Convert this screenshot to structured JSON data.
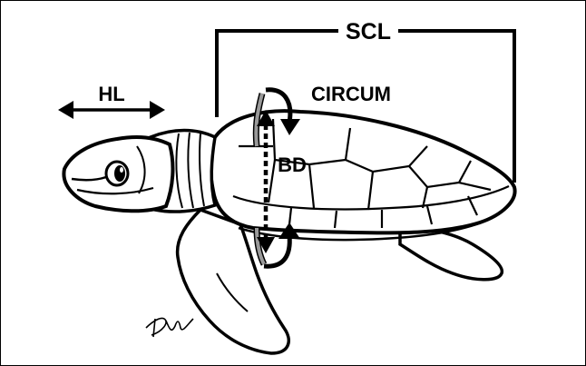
{
  "labels": {
    "scl": "SCL",
    "hl": "HL",
    "circum": "CIRCUM",
    "bd": "BD",
    "signature": "DW"
  },
  "colors": {
    "ink": "#000000",
    "circum_band": "#9a9a9a",
    "background": "#ffffff"
  }
}
